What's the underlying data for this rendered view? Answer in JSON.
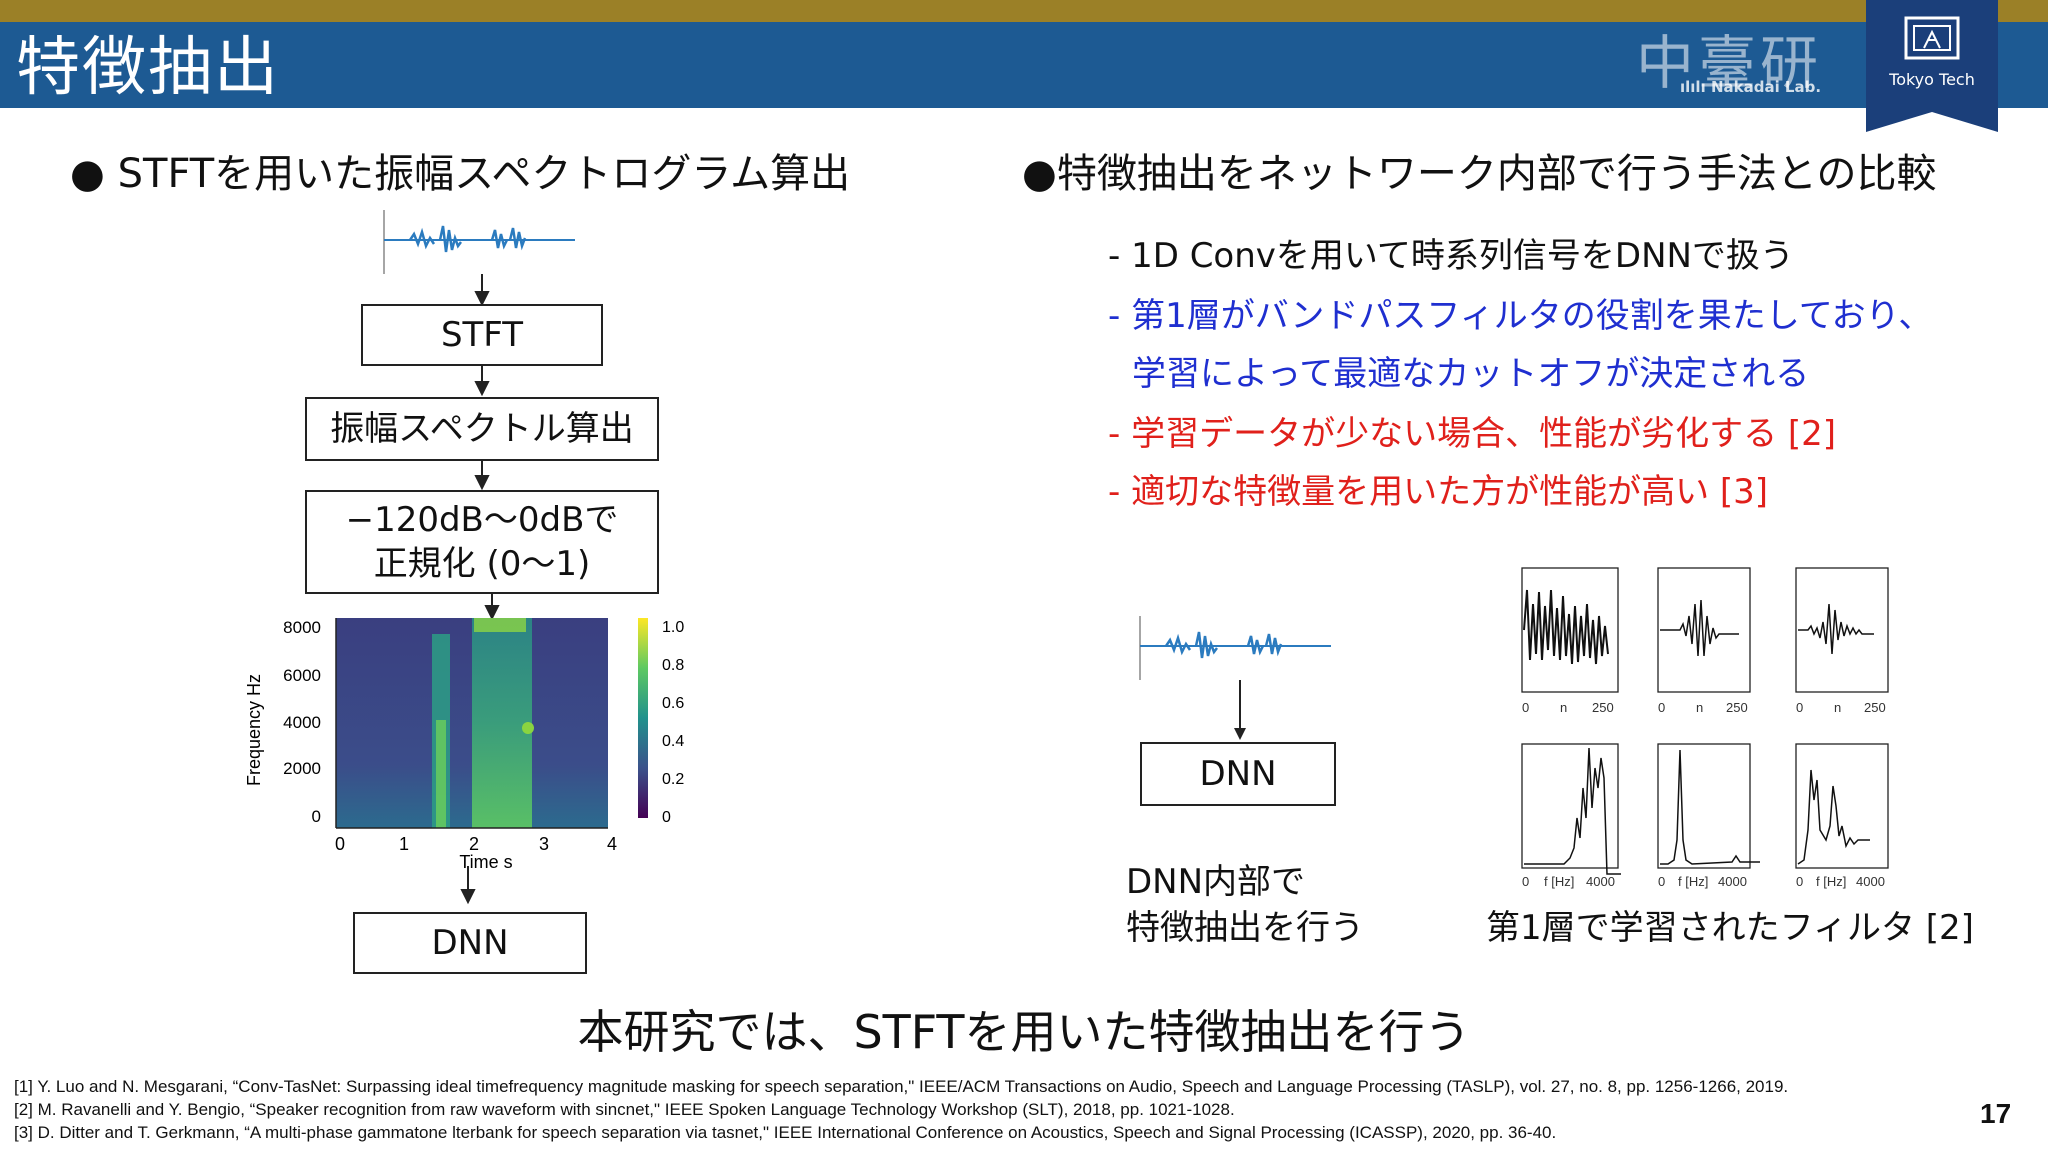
{
  "header": {
    "title": "特徴抽出",
    "logo_kanji": "中臺研",
    "logo_lab": "Nakadai Lab.",
    "logo_institution": "Tokyo Tech",
    "colors": {
      "title_bar": "#1d5a93",
      "top_stripe": "#9b8027",
      "blue_text": "#1f2fd0",
      "red_text": "#e0201b"
    }
  },
  "left": {
    "heading": "● STFTを用いた振幅スペクトログラム算出",
    "flow": [
      "STFT",
      "振幅スペクトル算出",
      "−120dB～0dBで",
      "正規化 (0～1)",
      "DNN"
    ],
    "spectrogram": {
      "ylabel": "Frequency Hz",
      "xlabel": "Time s",
      "yticks": [
        "8000",
        "6000",
        "4000",
        "2000",
        "0"
      ],
      "xticks": [
        "0",
        "1",
        "2",
        "3",
        "4"
      ],
      "colorbar_ticks": [
        "1.0",
        "0.8",
        "0.6",
        "0.4",
        "0.2",
        "0"
      ]
    }
  },
  "right": {
    "heading": "●特徴抽出をネットワーク内部で行う手法との比較",
    "bullets": [
      {
        "text": "- 1D Convを用いて時系列信号をDNNで扱う",
        "color": "#111111"
      },
      {
        "text": "- 第1層がバンドパスフィルタの役割を果たしており、",
        "color": "#1f2fd0"
      },
      {
        "text": "学習によって最適なカットオフが決定される",
        "color": "#1f2fd0"
      },
      {
        "text": "- 学習データが少ない場合、性能が劣化する [2]",
        "color": "#e0201b"
      },
      {
        "text": "- 適切な特徴量を用いた方が性能が高い [3]",
        "color": "#e0201b"
      }
    ],
    "dnn_label": "DNN",
    "dnn_caption": [
      "DNN内部で",
      "特徴抽出を行う"
    ],
    "filter_caption": "第1層で学習されたフィルタ [2]",
    "filter_top_ticks": [
      "0",
      "n",
      "250"
    ],
    "filter_bottom_ticks": [
      "0",
      "f [Hz]",
      "4000"
    ]
  },
  "conclusion": "本研究では、STFTを用いた特徴抽出を行う",
  "references": [
    "[1] Y. Luo and N. Mesgarani, “Conv-TasNet: Surpassing ideal timefrequency magnitude masking for speech separation,\" IEEE/ACM Transactions on Audio, Speech and Language Processing (TASLP), vol. 27, no. 8, pp. 1256-1266, 2019.",
    "[2] M. Ravanelli and Y. Bengio, “Speaker recognition from raw waveform with sincnet,\" IEEE Spoken Language Technology Workshop (SLT), 2018, pp. 1021-1028.",
    "[3] D. Ditter and T. Gerkmann, “A multi-phase gammatone lterbank for speech separation via tasnet,\" IEEE International Conference on Acoustics, Speech and Signal Processing (ICASSP), 2020, pp. 36-40."
  ],
  "page_number": "17"
}
